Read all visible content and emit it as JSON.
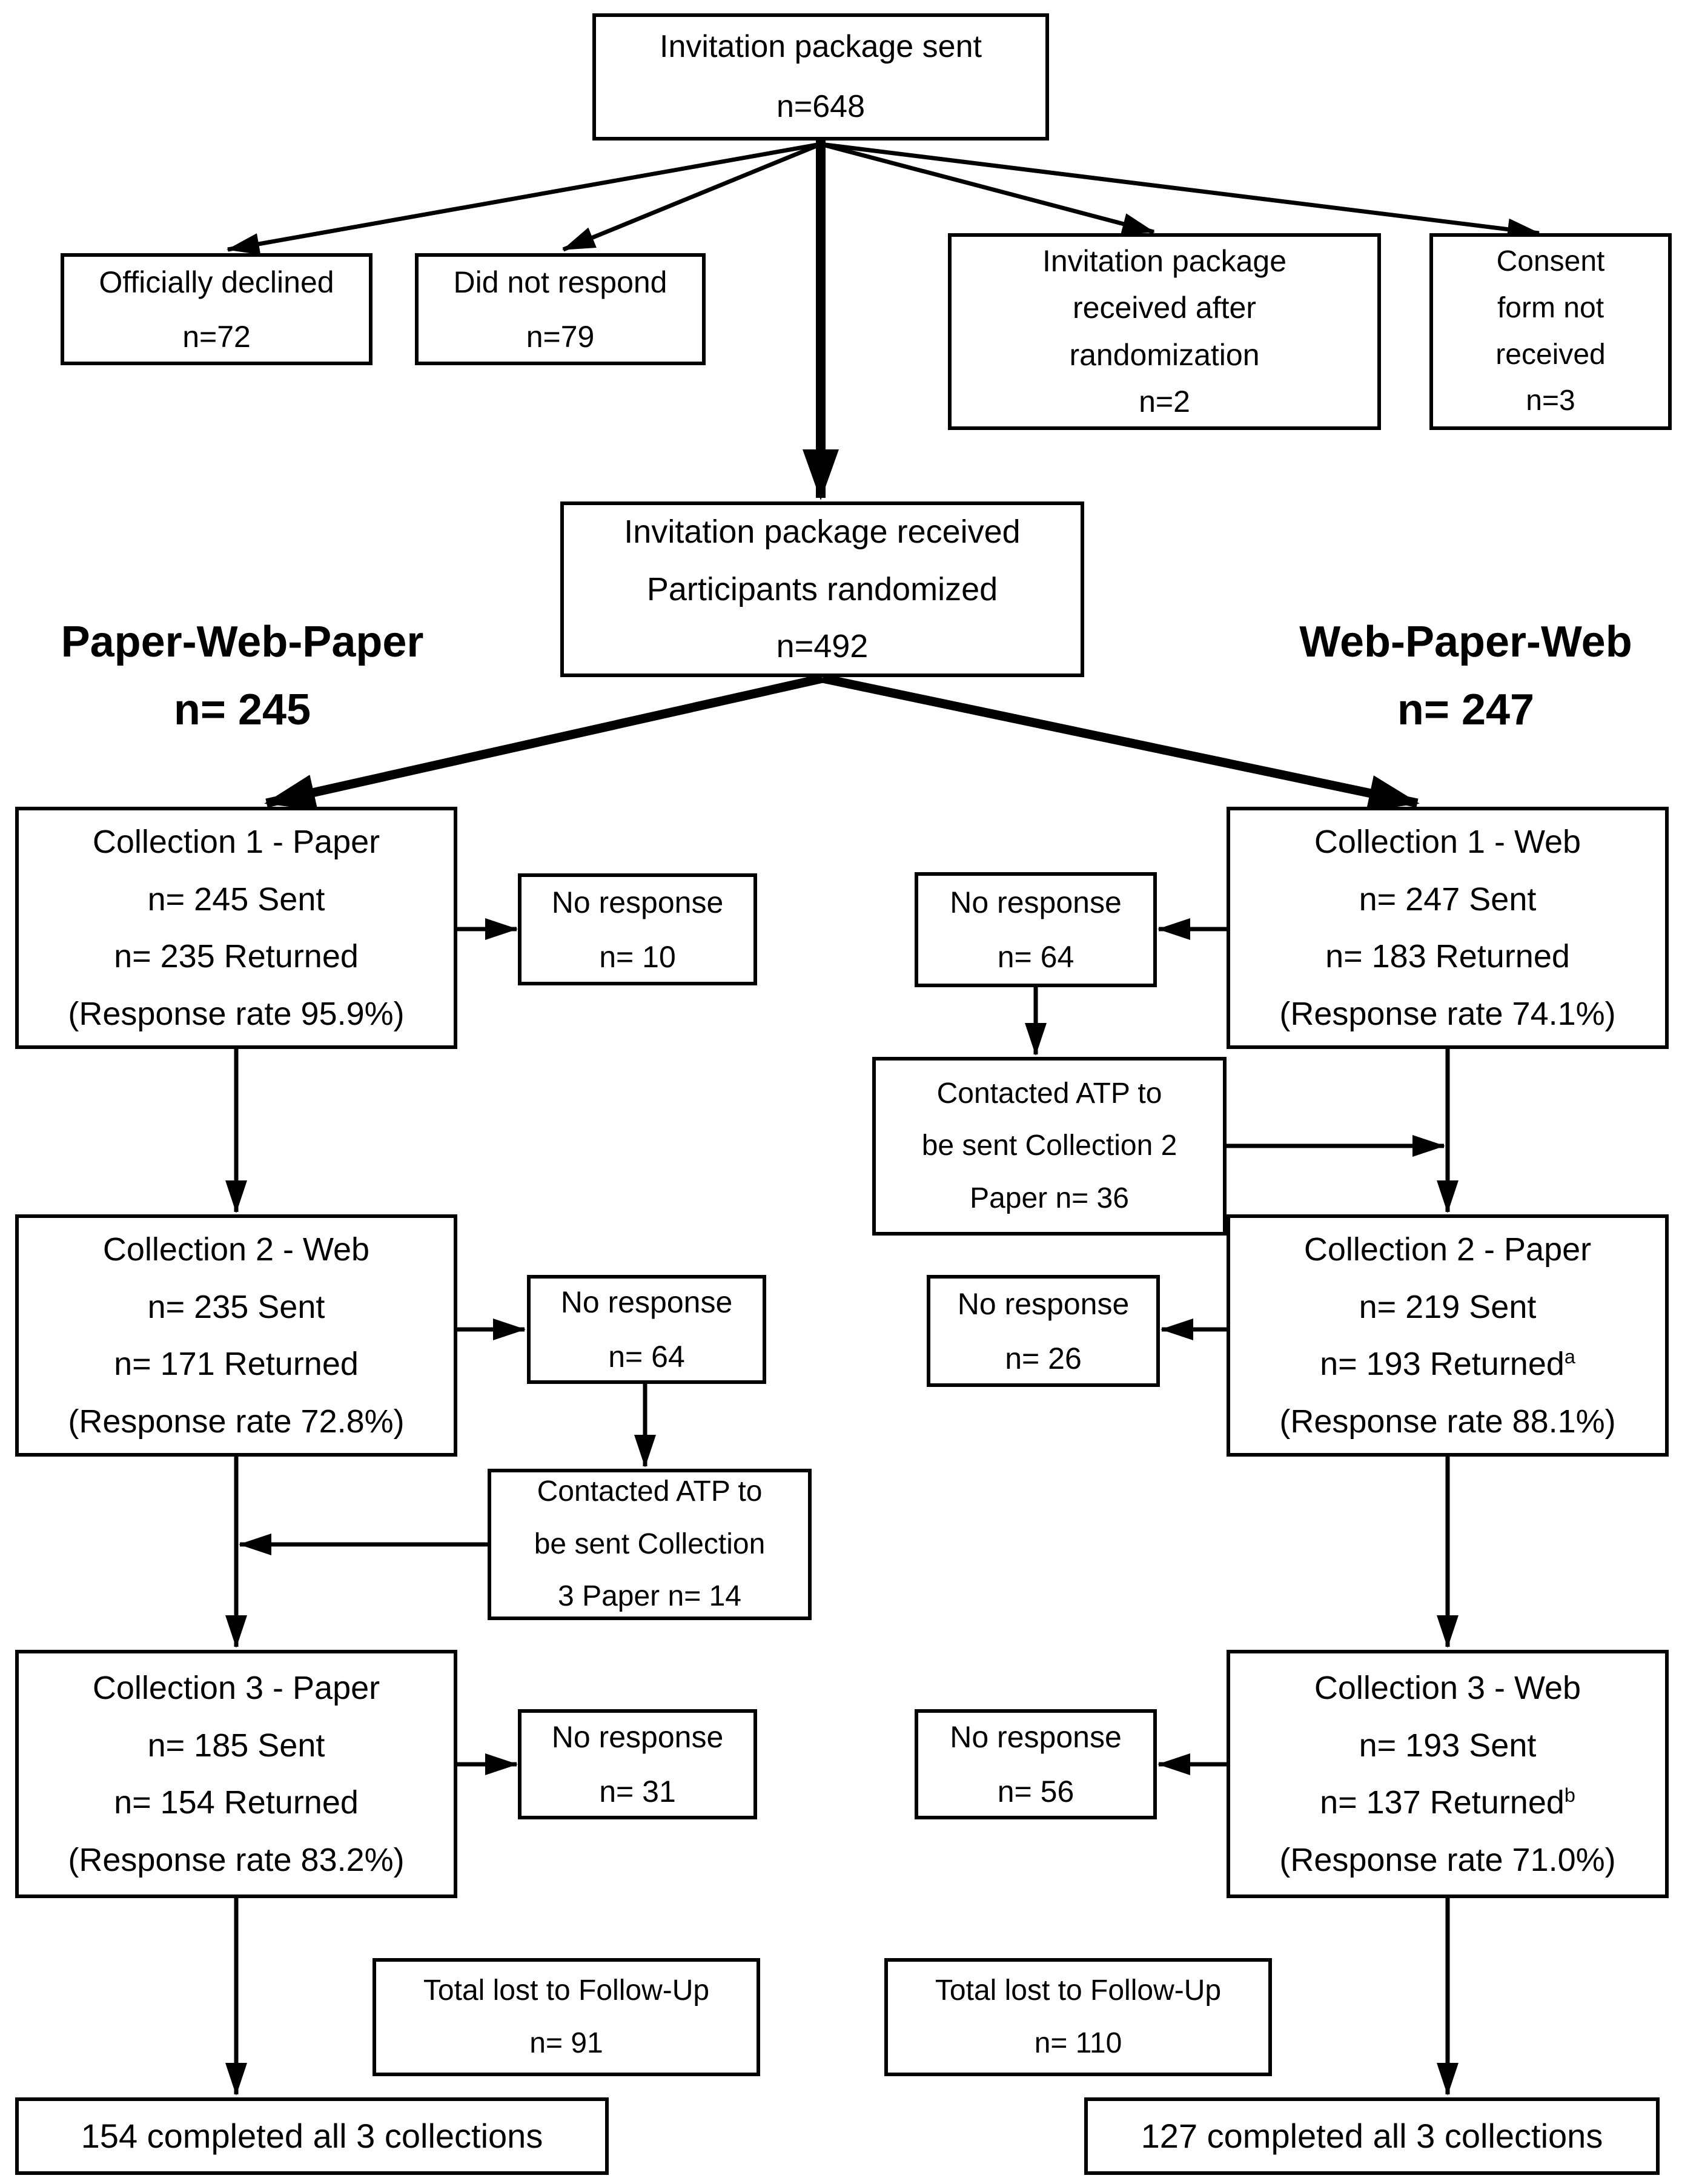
{
  "colors": {
    "line": "#000000",
    "box_background": "#ffffff",
    "text": "#000000"
  },
  "flow": {
    "top": {
      "line1": "Invitation package sent",
      "line2": "n=648"
    },
    "declined": {
      "line1": "Officially declined",
      "line2": "n=72"
    },
    "did_not_respond": {
      "line1": "Did not respond",
      "line2": "n=79"
    },
    "late_receipt": {
      "line1": "Invitation package",
      "line2": "received after",
      "line3": "randomization",
      "line4": "n=2"
    },
    "no_consent": {
      "line1": "Consent",
      "line2": "form not",
      "line3": "received",
      "line4": "n=3"
    },
    "randomized": {
      "line1": "Invitation package received",
      "line2": "Participants randomized",
      "line3": "n=492"
    },
    "left_heading": {
      "line1": "Paper-Web-Paper",
      "line2": "n= 245"
    },
    "right_heading": {
      "line1": "Web-Paper-Web",
      "line2": "n= 247"
    },
    "c1_paper": {
      "title": "Collection 1 - Paper",
      "sent": "n= 245 Sent",
      "returned": "n= 235 Returned",
      "sup": "",
      "rate": "(Response rate 95.9%)"
    },
    "c1_web": {
      "title": "Collection 1 - Web",
      "sent": "n= 247 Sent",
      "returned": "n= 183 Returned",
      "sup": "",
      "rate": "(Response rate 74.1%)"
    },
    "c2_web": {
      "title": "Collection 2 - Web",
      "sent": "n= 235 Sent",
      "returned": "n= 171 Returned",
      "sup": "",
      "rate": "(Response rate 72.8%)"
    },
    "c2_paper": {
      "title": "Collection 2 - Paper",
      "sent": "n= 219 Sent",
      "returned": "n= 193 Returned",
      "sup": "a",
      "rate": "(Response rate 88.1%)"
    },
    "c3_paper": {
      "title": "Collection 3 - Paper",
      "sent": "n= 185 Sent",
      "returned": "n= 154 Returned",
      "sup": "",
      "rate": "(Response rate 83.2%)"
    },
    "c3_web": {
      "title": "Collection 3 - Web",
      "sent": "n= 193 Sent",
      "returned": "n= 137 Returned",
      "sup": "b",
      "rate": "(Response rate 71.0%)"
    },
    "no_response_10": {
      "line1": "No response",
      "line2": "n= 10"
    },
    "no_response_64r": {
      "line1": "No response",
      "line2": "n= 64"
    },
    "no_response_64l": {
      "line1": "No response",
      "line2": "n= 64"
    },
    "no_response_26": {
      "line1": "No response",
      "line2": "n= 26"
    },
    "no_response_31": {
      "line1": "No response",
      "line2": "n= 31"
    },
    "no_response_56": {
      "line1": "No response",
      "line2": "n= 56"
    },
    "contacted_atp_right": {
      "line1": "Contacted ATP to",
      "line2": "be sent Collection 2",
      "line3": "Paper n= 36"
    },
    "contacted_atp_left": {
      "line1": "Contacted ATP to",
      "line2": "be sent Collection",
      "line3": "3 Paper n= 14"
    },
    "lost_left": {
      "line1": "Total lost to Follow-Up",
      "line2": "n= 91"
    },
    "lost_right": {
      "line1": "Total lost to Follow-Up",
      "line2": "n= 110"
    },
    "completed_left": {
      "line1": "154 completed all 3 collections"
    },
    "completed_right": {
      "line1": "127 completed all 3 collections"
    }
  }
}
